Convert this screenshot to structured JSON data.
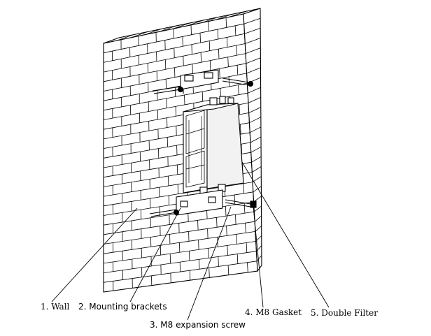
{
  "labels": {
    "wall": "1. Wall",
    "brackets": "2. Mounting brackets",
    "screw": "3.  M8 expansion screw",
    "gasket": "4. M8 Gasket",
    "filter": "5. Double Filter"
  },
  "colors": {
    "line": "#000000",
    "background": "#ffffff",
    "filter_fill": "#f2f2f2"
  }
}
